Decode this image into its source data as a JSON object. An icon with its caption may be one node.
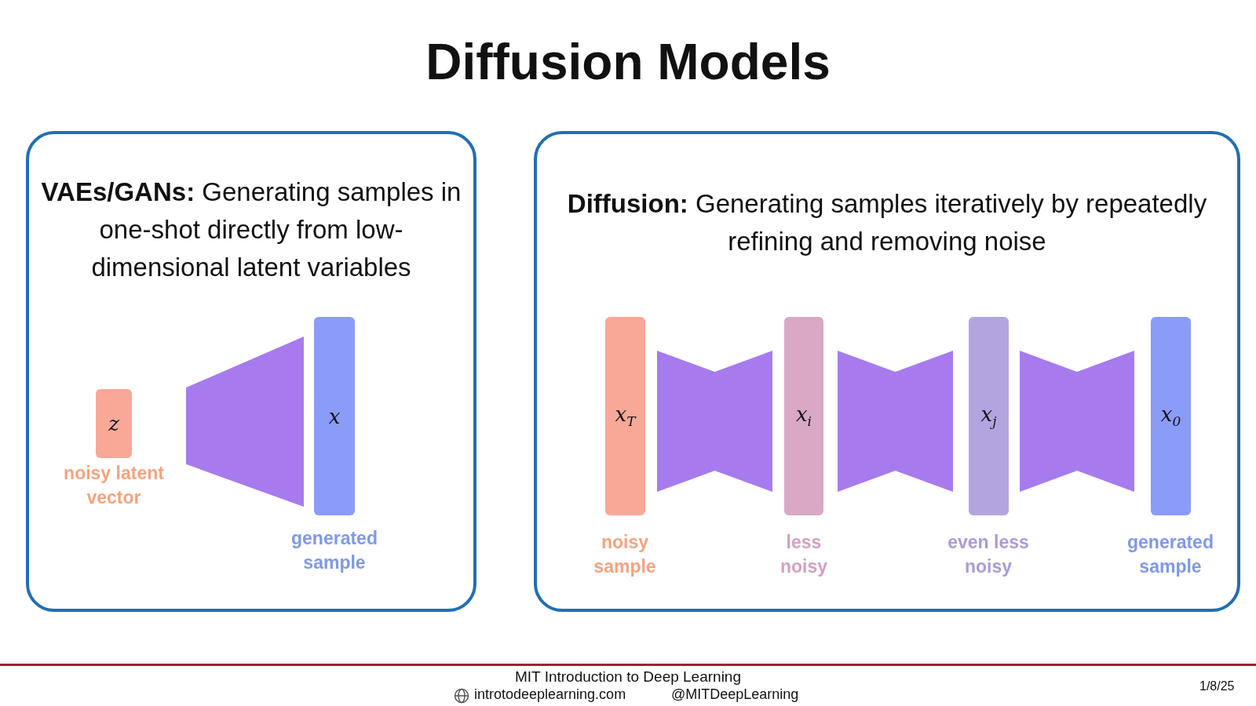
{
  "diagram": {
    "title": "Diffusion Models",
    "nodes": [
      {
        "text": [
          "**VAEs/GANs:** Generating samples in one-shot directly from low-dimensional latent variables"
        ]
      },
      {
        "text": [
          "z"
        ],
        "in": 0,
        "beside": [
          "noisy latent vector"
        ]
      },
      {
        "text": [],
        "shape": "trapezoid",
        "in": 0
      },
      {
        "text": [
          "x"
        ],
        "in": 0,
        "beside": [
          "generated sample"
        ]
      },
      {
        "text": [
          "**Diffusion:** Generating samples iteratively by repeatedly refining and removing noise"
        ]
      },
      {
        "text": [
          "x$_{T}$"
        ],
        "in": 4,
        "beside": [
          "noisy sample"
        ]
      },
      {
        "text": [],
        "shape": "hourglass",
        "in": 4
      },
      {
        "text": [
          "x$_{i}$"
        ],
        "in": 4,
        "beside": [
          "less noisy"
        ]
      },
      {
        "text": [],
        "shape": "hourglass",
        "in": 4
      },
      {
        "text": [
          "x$_{j}$"
        ],
        "in": 4,
        "beside": [
          "even less noisy"
        ]
      },
      {
        "text": [],
        "shape": "hourglass",
        "in": 4
      },
      {
        "text": [
          "x$_{0}$"
        ],
        "in": 4,
        "beside": [
          "generated sample"
        ]
      }
    ],
    "edges": [],
    "labels": [
      "MIT Introduction to Deep Learning",
      "introtodeeplearning.com",
      "@MITDeepLearning",
      "1/8/25"
    ]
  }
}
